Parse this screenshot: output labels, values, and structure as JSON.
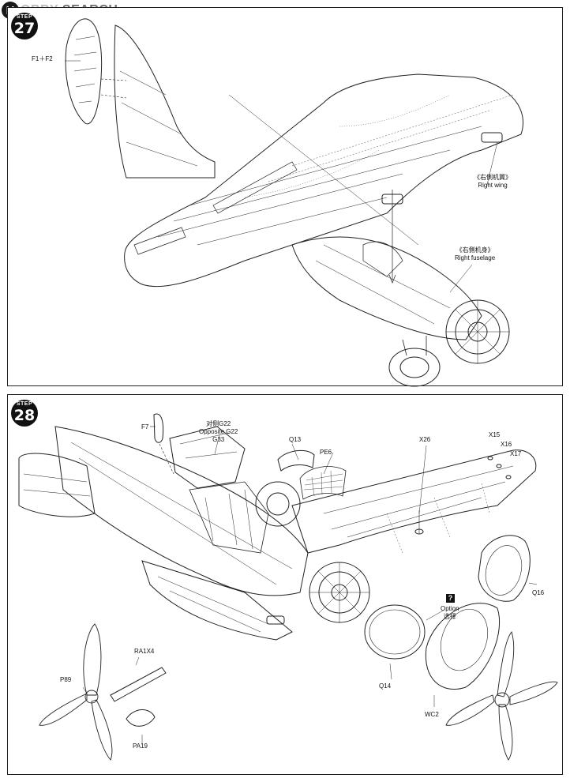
{
  "watermark": {
    "logo_char": "H",
    "prefix": "OBBY",
    "suffix": "SEARCH"
  },
  "step_label": "STEP",
  "steps": [
    {
      "number": "27",
      "labels": {
        "f1f2": "F1＋F2",
        "right_wing_cn": "《右側机翼》",
        "right_wing_en": "Right wing",
        "right_fuselage_cn": "《右側机身》",
        "right_fuselage_en": "Right fuselage"
      }
    },
    {
      "number": "28",
      "labels": {
        "f7": "F7",
        "g22_cn": "对侧G22",
        "g22_en": "Opposite G22",
        "g33": "G33",
        "q13": "Q13",
        "pe6": "PE6",
        "x26": "X26",
        "x15": "X15",
        "x16": "X16",
        "x17": "X17",
        "q16": "Q16",
        "option_en": "Option",
        "option_cn": "选择",
        "option_icon": "?",
        "q14": "Q14",
        "wc2": "WC2",
        "ra1x4": "RA1X4",
        "p89": "P89",
        "pa19": "PA19"
      }
    }
  ]
}
